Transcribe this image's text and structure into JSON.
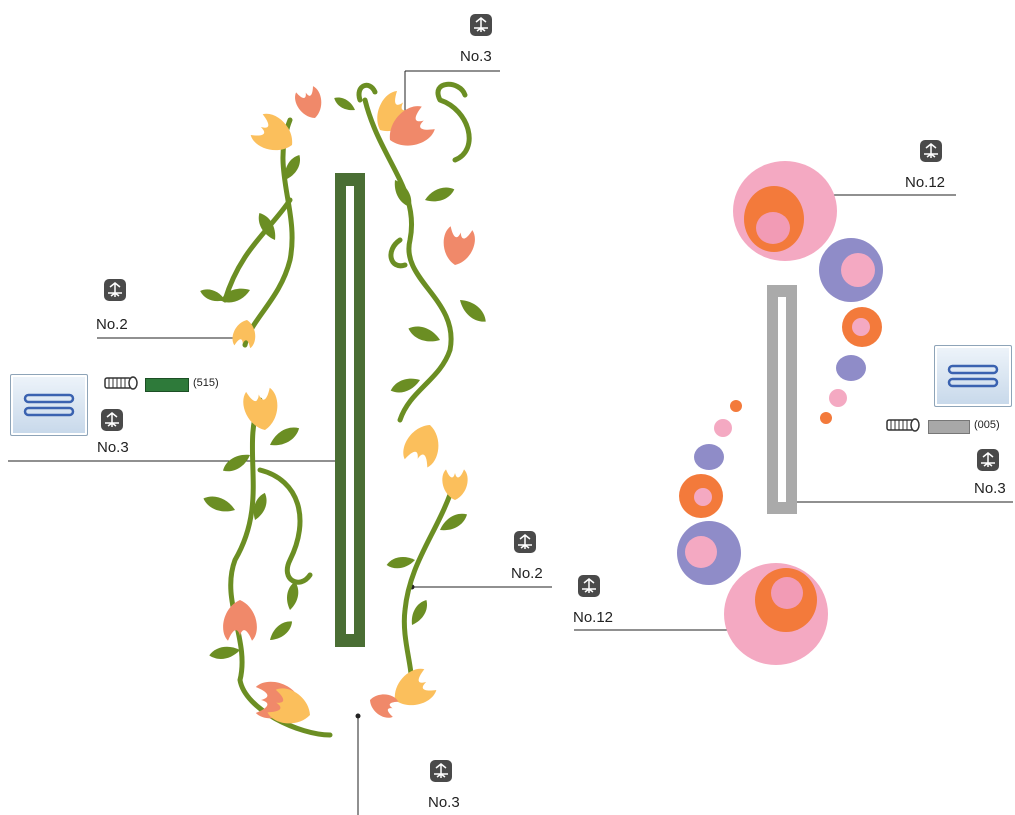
{
  "labels": {
    "top": "No.3",
    "left_upper": "No.2",
    "left_button": "No.3",
    "mid": "No.2",
    "bottom": "No.3",
    "right_top": "No.12",
    "right_mid": "No.12",
    "right_button": "No.3"
  },
  "threads": {
    "left": {
      "number": "(515)",
      "color": "#2e7a3a"
    },
    "right": {
      "number": "(005)",
      "color": "#a8a8a8"
    }
  },
  "icons": {
    "stitch": "stitch-pattern-icon",
    "button": "buttonhole-icon",
    "spool": "thread-spool-icon"
  },
  "colors": {
    "leaf": "#6b8e23",
    "flower_yellow": "#fbbf5c",
    "flower_coral": "#f0896a",
    "bar_green": "#4a6e34",
    "bar_gray": "#aaaaaa",
    "pink": "#f4a9c2",
    "orange": "#f37a3b",
    "purple": "#8f8cc8"
  }
}
